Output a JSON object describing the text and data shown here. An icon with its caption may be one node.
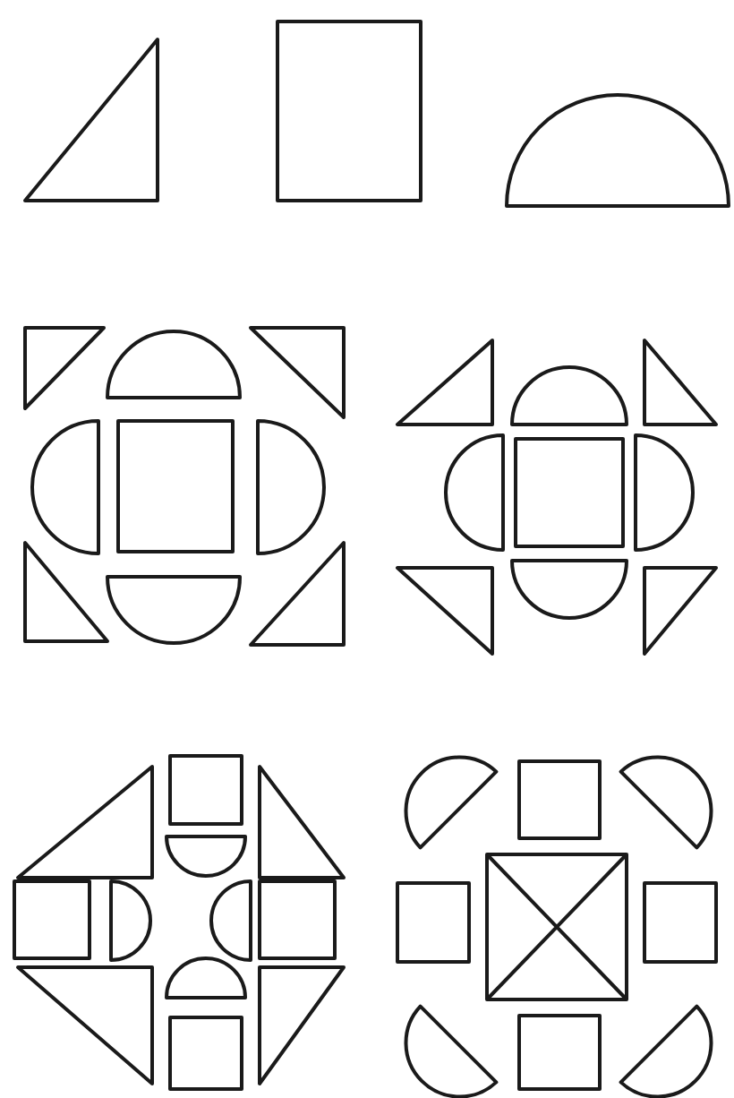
{
  "diagram": {
    "nodes": [
      {
        "text": [],
        "shape": "triangle"
      },
      {
        "text": [],
        "shape": "box"
      },
      {
        "text": [],
        "shape": "semicircle"
      }
    ]
  }
}
